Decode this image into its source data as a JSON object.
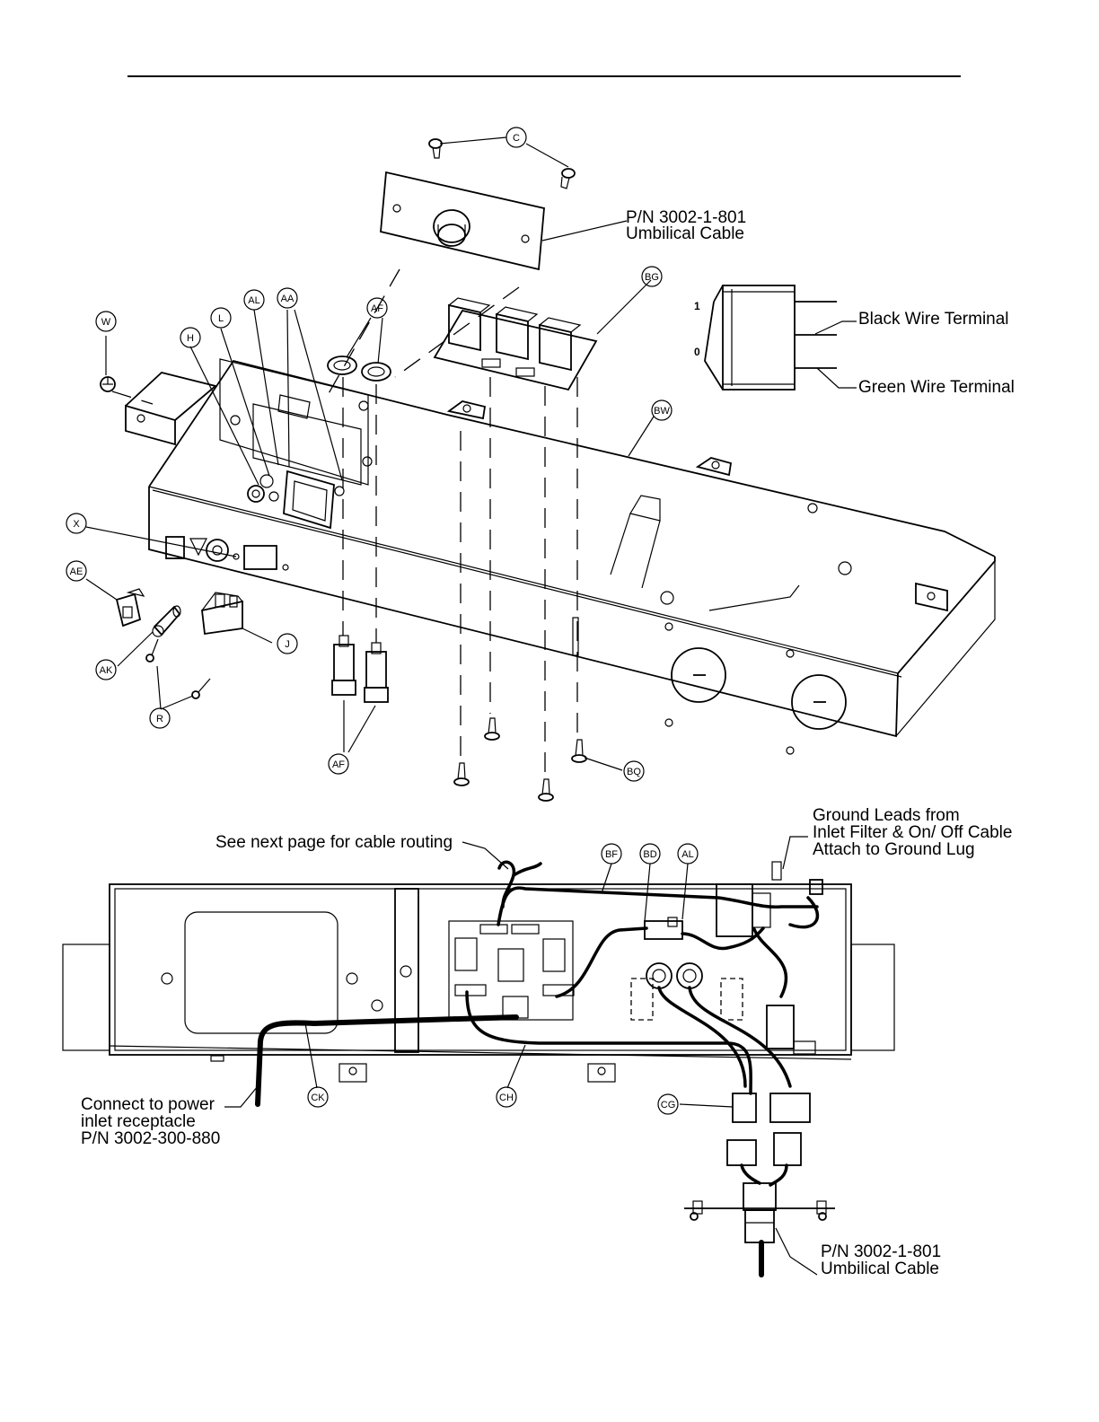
{
  "callouts": {
    "C": "C",
    "W": "W",
    "H": "H",
    "L": "L",
    "AL": "AL",
    "AA": "AA",
    "AF": "AF",
    "BG": "BG",
    "BW": "BW",
    "X": "X",
    "AE": "AE",
    "AK": "AK",
    "R": "R",
    "J": "J",
    "AF2": "AF",
    "BQ": "BQ",
    "BF": "BF",
    "BD": "BD",
    "AL2": "AL",
    "CK": "CK",
    "CH": "CH",
    "CG": "CG"
  },
  "switch": {
    "on_mark": "1",
    "off_mark": "0"
  },
  "labels": {
    "umbilical_top_pn": "P/N 3002-1-801",
    "umbilical_top_name": "Umbilical Cable",
    "black_wire": "Black Wire Terminal",
    "green_wire": "Green Wire Terminal",
    "see_next_page": "See next page for cable routing",
    "ground_leads_1": "Ground Leads from",
    "ground_leads_2": "Inlet Filter & On/ Off Cable",
    "ground_leads_3": "Attach to Ground Lug",
    "connect_power_1": "Connect to power",
    "connect_power_2": "inlet receptacle",
    "connect_power_3": "P/N 3002-300-880",
    "umbilical_bottom_pn": "P/N 3002-1-801",
    "umbilical_bottom_name": "Umbilical Cable"
  }
}
